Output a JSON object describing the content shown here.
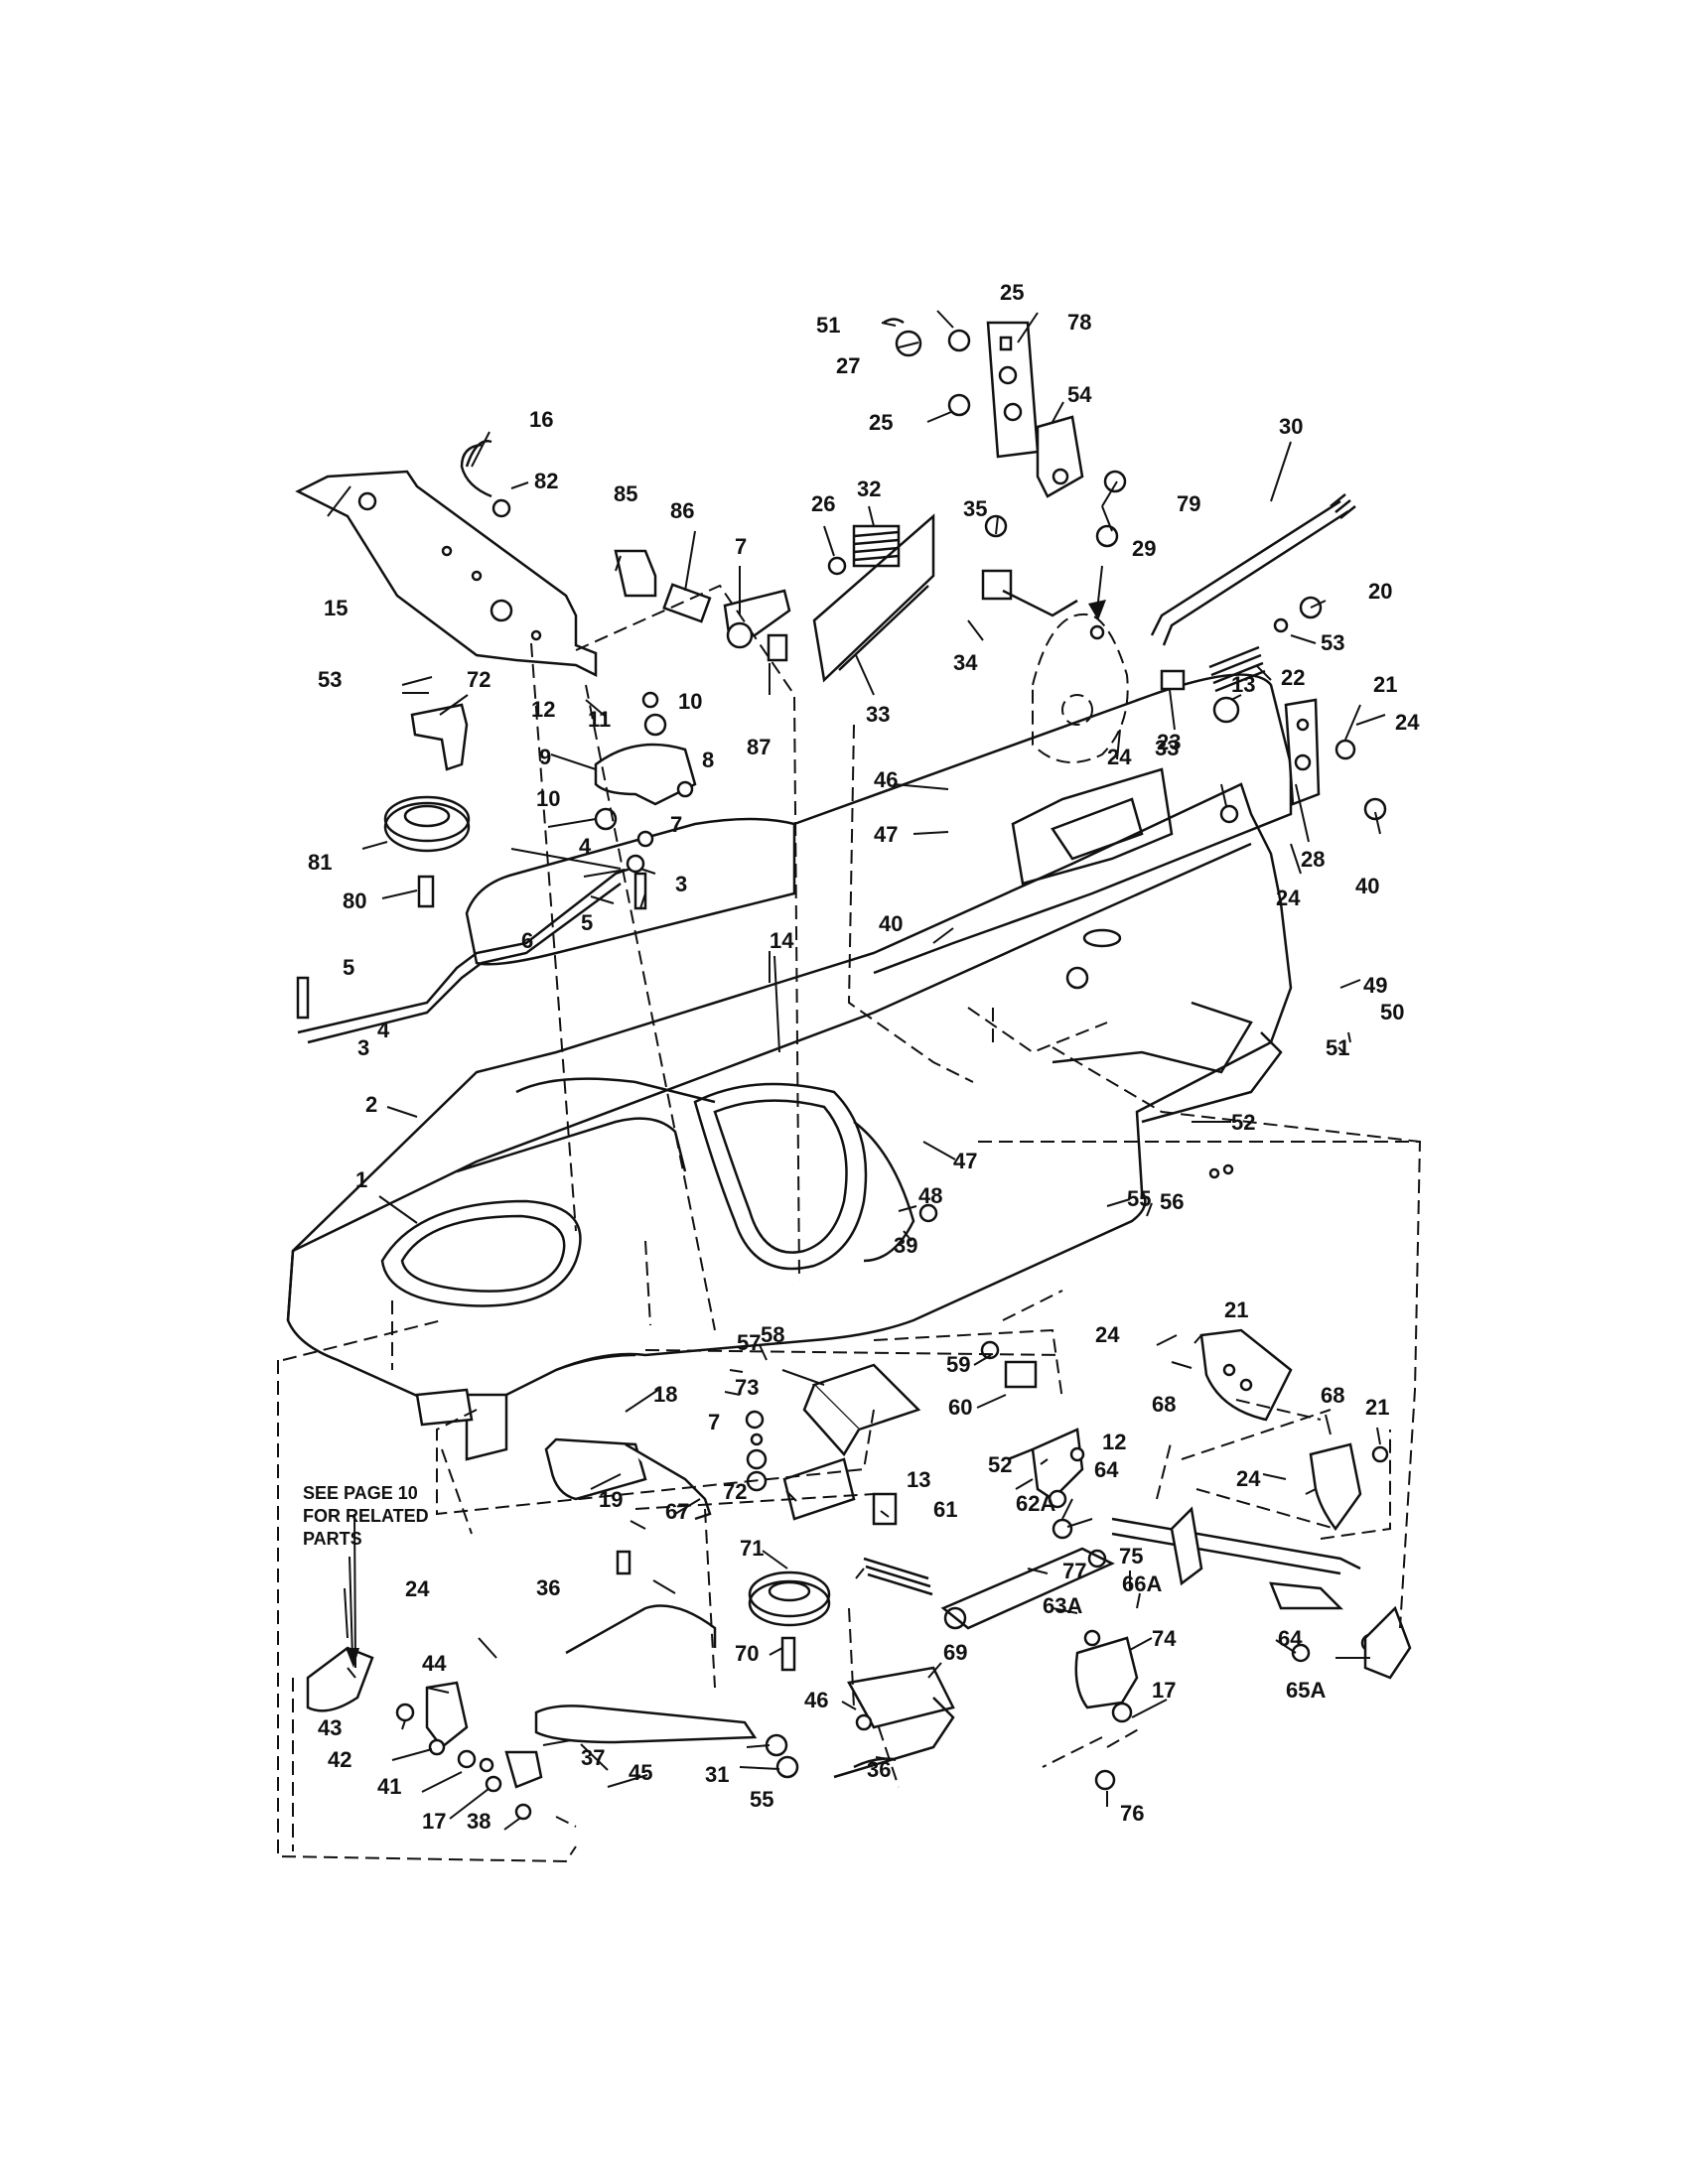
{
  "note": {
    "lines": [
      "SEE PAGE 10",
      "FOR RELATED",
      "PARTS"
    ]
  },
  "callouts": [
    "1",
    "2",
    "3",
    "3",
    "4",
    "4",
    "5",
    "5",
    "6",
    "7",
    "7",
    "7",
    "8",
    "9",
    "10",
    "10",
    "11",
    "12",
    "12",
    "13",
    "13",
    "14",
    "15",
    "16",
    "17",
    "17",
    "18",
    "19",
    "20",
    "21",
    "21",
    "21",
    "22",
    "23",
    "24",
    "24",
    "24",
    "24",
    "24",
    "24",
    "25",
    "25",
    "26",
    "27",
    "28",
    "29",
    "30",
    "31",
    "32",
    "33",
    "33",
    "34",
    "35",
    "36",
    "36",
    "37",
    "38",
    "39",
    "40",
    "40",
    "41",
    "42",
    "43",
    "44",
    "45",
    "46",
    "46",
    "47",
    "47",
    "48",
    "49",
    "50",
    "51",
    "51",
    "52",
    "52",
    "53",
    "53",
    "54",
    "55",
    "55",
    "56",
    "57",
    "58",
    "59",
    "60",
    "61",
    "62A",
    "63A",
    "64",
    "64",
    "65A",
    "66A",
    "67",
    "68",
    "68",
    "69",
    "70",
    "71",
    "72",
    "72",
    "73",
    "74",
    "75",
    "76",
    "77",
    "78",
    "79",
    "80",
    "81",
    "82",
    "85",
    "86",
    "87"
  ]
}
